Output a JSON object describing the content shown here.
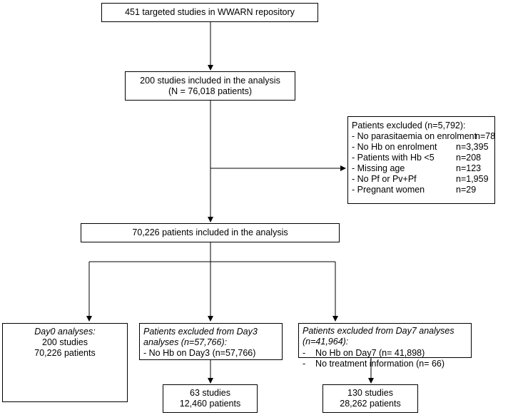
{
  "boxes": {
    "repository": {
      "text": "451 targeted studies in WWARN repository"
    },
    "included_studies": {
      "line1": "200 studies included in the analysis",
      "line2": "(N = 76,018 patients)"
    },
    "excluded_patients": {
      "title": "Patients excluded (n=5,792):",
      "items": [
        {
          "label": "- No parasitaemia on enrolment",
          "n": "n=78"
        },
        {
          "label": "- No Hb on enrolment",
          "n": "n=3,395"
        },
        {
          "label": "- Patients with Hb <5",
          "n": "n=208"
        },
        {
          "label": "- Missing age",
          "n": "n=123"
        },
        {
          "label": "- No Pf or Pv+Pf",
          "n": "n=1,959"
        },
        {
          "label": "- Pregnant women",
          "n": "n=29"
        }
      ]
    },
    "included_patients": {
      "text": "70,226 patients included in the analysis"
    },
    "day0": {
      "title": "Day0 analyses:",
      "line1": "200 studies",
      "line2": "70,226 patients"
    },
    "day3_excluded": {
      "title1": "Patients excluded from Day3",
      "title2": "analyses (n=57,766):",
      "item1": "- No Hb on Day3 (n=57,766)"
    },
    "day7_excluded": {
      "title1": "Patients excluded from Day7 analyses",
      "title2": "(n=41,964):",
      "item1": "-    No Hb on Day7 (n= 41,898)",
      "item2": "-    No treatment information (n= 66)"
    },
    "day3_result": {
      "line1": "63 studies",
      "line2": "12,460 patients"
    },
    "day7_result": {
      "line1": "130 studies",
      "line2": "28,262 patients"
    }
  }
}
